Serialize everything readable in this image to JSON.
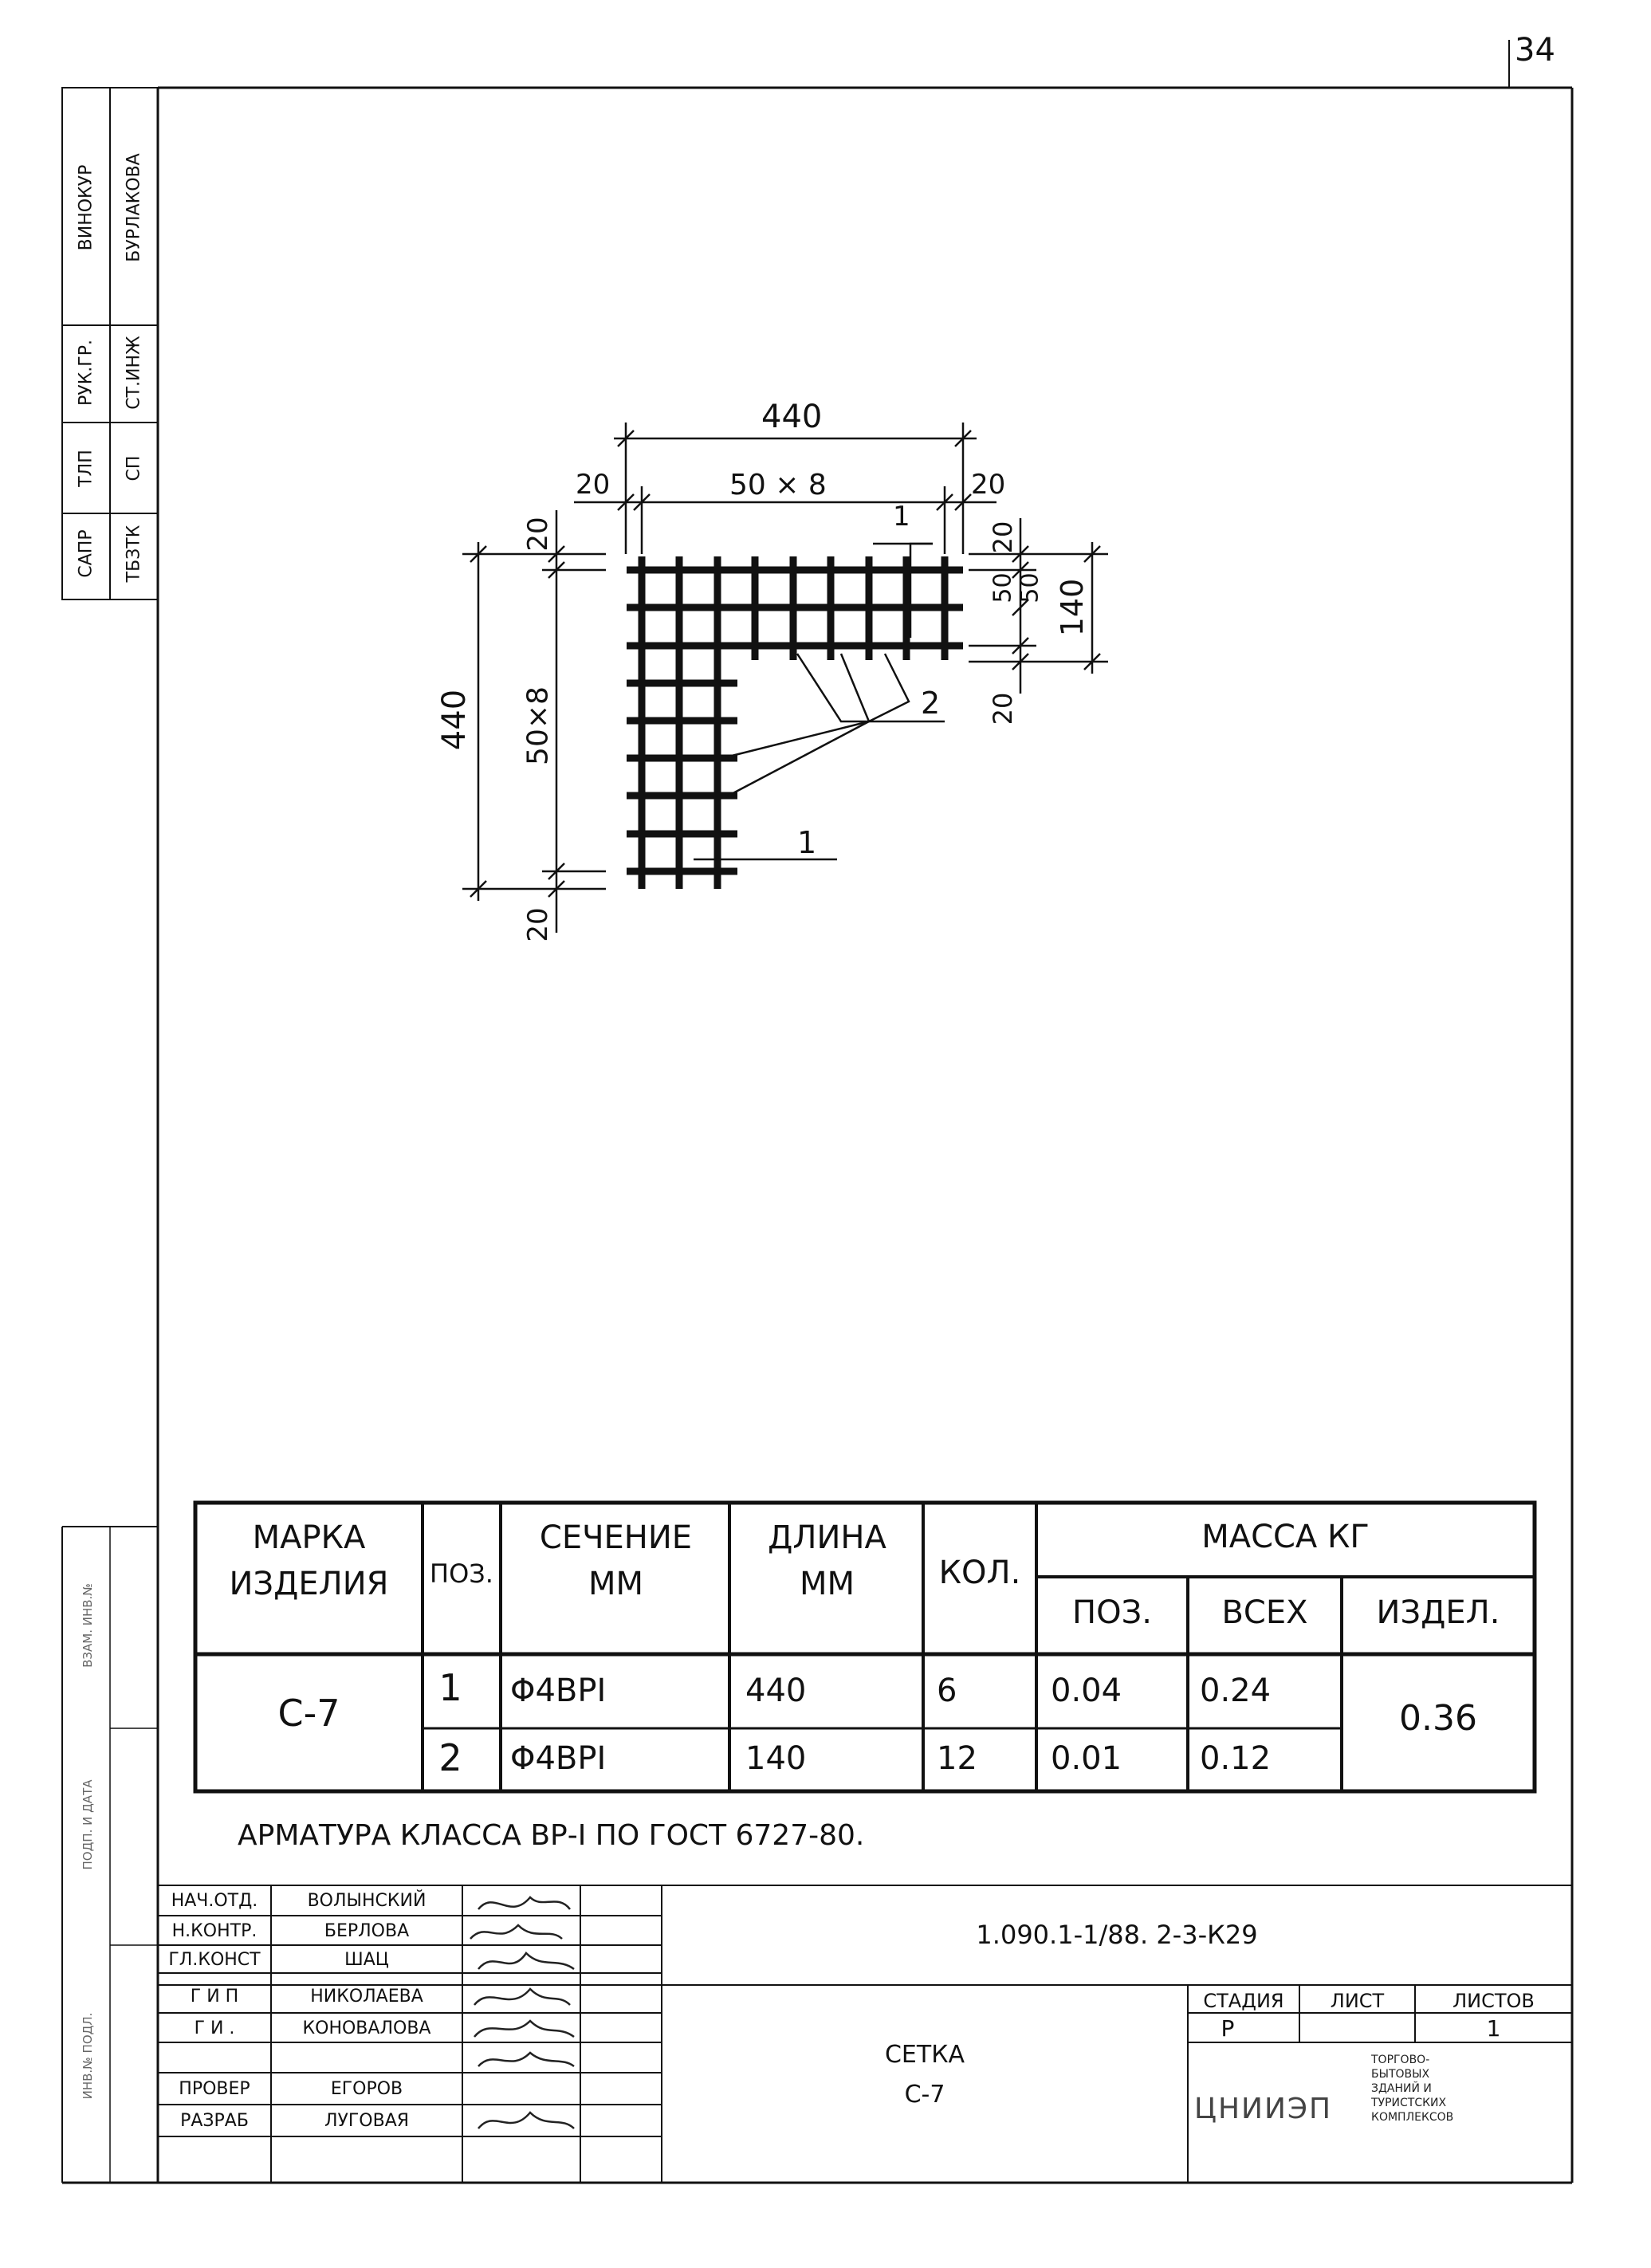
{
  "page_number": "34",
  "side_stamp": {
    "col1": [
      "САПР",
      "ТЛП",
      "РУК.ГР.",
      "ВИНОКУР"
    ],
    "col2": [
      "ТБЗТК",
      "СП",
      "СТ.ИНЖ",
      "БУРЛАКОВА"
    ],
    "lower_marks": [
      "ВЗАМ. ИНВ.№",
      "ПОДП. И ДАТА",
      "ИНВ.№ ПОДЛ."
    ]
  },
  "drawing": {
    "dim_top_total": "440",
    "dim_top_edge_left": "20",
    "dim_top_edge_right": "20",
    "dim_top_pitch": "50 × 8",
    "dim_left_total": "440",
    "dim_left_pitch": "50×8",
    "dim_left_edge_top": "20",
    "dim_left_edge_bottom": "20",
    "dim_right_edge_top": "20",
    "dim_right_pitch_a": "50",
    "dim_right_pitch_b": "50",
    "dim_right_total": "140",
    "dim_right_edge_bottom": "20",
    "pos_1_top": "1",
    "pos_2": "2",
    "pos_1_bottom": "1"
  },
  "spec_table": {
    "headers": {
      "mark": "МАРКА ИЗДЕЛИЯ",
      "pos": "ПОЗ.",
      "section": "СЕЧЕНИЕ ММ",
      "length": "ДЛИНА ММ",
      "qty": "КОЛ.",
      "mass": "МАССА КГ",
      "mass_pos": "ПОЗ.",
      "mass_all": "ВСЕХ",
      "mass_item": "ИЗДЕЛ."
    },
    "mark": "С-7",
    "item_mass": "0.36",
    "rows": [
      {
        "pos": "1",
        "section": "Φ4ВРI",
        "length": "440",
        "qty": "6",
        "mass_pos": "0.04",
        "mass_all": "0.24"
      },
      {
        "pos": "2",
        "section": "Φ4ВРI",
        "length": "140",
        "qty": "12",
        "mass_pos": "0.01",
        "mass_all": "0.12"
      }
    ]
  },
  "note": "АРМАТУРА КЛАССА ВР-I ПО ГОСТ 6727-80.",
  "title_block": {
    "doc_code": "1.090.1-1/88. 2-3-К29",
    "title_line1": "СЕТКА",
    "title_line2": "С-7",
    "stage_label": "СТАДИЯ",
    "sheet_label": "ЛИСТ",
    "sheets_label": "ЛИСТОВ",
    "stage_value": "Р",
    "sheet_value": "",
    "sheets_value": "1",
    "org": "ЦНИИЭП",
    "org_desc": [
      "ТОРГОВО-",
      "БЫТОВЫХ",
      "ЗДАНИЙ И",
      "ТУРИСТСКИХ",
      "КОМПЛЕКСОВ"
    ],
    "signers": [
      {
        "role": "НАЧ.ОТД.",
        "name": "ВОЛЫНСКИЙ"
      },
      {
        "role": "Н.КОНТР.",
        "name": "БЕРЛОВА"
      },
      {
        "role": "ГЛ.КОНСТ",
        "name": "ШАЦ"
      },
      {
        "role": "Г И П",
        "name": "НИКОЛАЕВА"
      },
      {
        "role": "Г И .",
        "name": "КОНОВАЛОВА"
      },
      {
        "role": "ПРОВЕР",
        "name": "ЕГОРОВ"
      },
      {
        "role": "РАЗРАБ",
        "name": "ЛУГОВАЯ"
      }
    ]
  }
}
